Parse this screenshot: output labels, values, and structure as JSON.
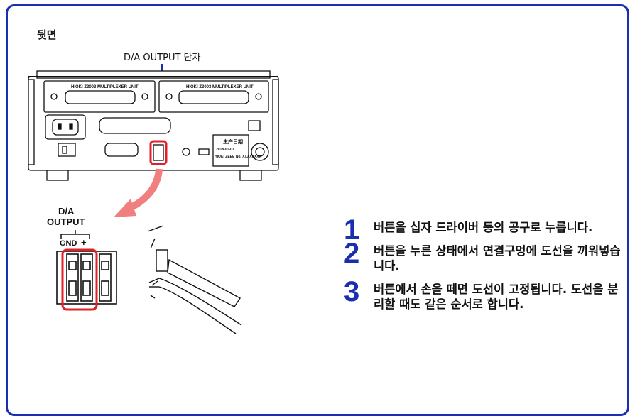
{
  "section_label": "뒷면",
  "callout_label": "D/A OUTPUT 단자",
  "panel": {
    "slot1_label": "HIOKI Z3003 MULTIPLEXER UNIT",
    "slot2_label": "HIOKI Z3003 MULTIPLEXER UNIT",
    "date_label": "生产日期",
    "date_value": "2018-01-01",
    "nameplate_text": "HIOKI ZEEE No. XXXXXXXX"
  },
  "terminal": {
    "title_line1": "D/A",
    "title_line2": "OUTPUT",
    "gnd_label": "GND",
    "plus_label": "+"
  },
  "colors": {
    "accent_blue": "#1a2fb0",
    "highlight_red": "#e0202a",
    "arrow_pink": "#f08080"
  },
  "steps": [
    {
      "number": "1",
      "text": "버튼을 십자 드라이버 등의 공구로 누릅니다."
    },
    {
      "number": "2",
      "text": "버튼을 누른 상태에서 연결구멍에 도선을 끼워넣습니다."
    },
    {
      "number": "3",
      "text": "버튼에서 손을 떼면 도선이 고정됩니다. 도선을 분리할 때도 같은 순서로 합니다."
    }
  ]
}
